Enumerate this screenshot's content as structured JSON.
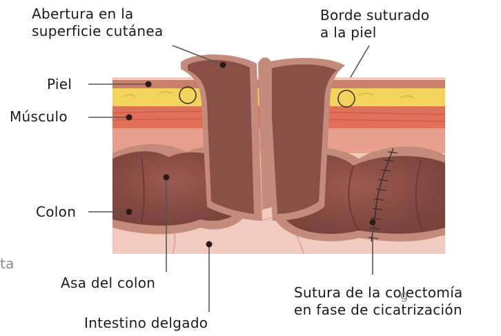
{
  "labels": {
    "abertura": [
      "Abertura en la",
      "superficie cutánea"
    ],
    "borde": [
      "Borde suturado",
      "a la piel"
    ],
    "piel": "Piel",
    "musculo": "Músculo",
    "colon": "Colon",
    "asa": "Asa del colon",
    "intestino": "Intestino delgado",
    "sutura": [
      "Sutura de la colectomía",
      "en fase de cicatrización"
    ],
    "fragment_left": "ta",
    "fragment_stray": "g"
  },
  "colors": {
    "skin_fill": "#c97f6c",
    "fat": "#f2d35c",
    "muscle": "#e0705a",
    "colon_dark": "#8a4f47",
    "colon_rim": "#c48a7c",
    "small_intestine": "#f2cbc0",
    "label_text": "#1a1a1a",
    "leader_line": "#555555"
  }
}
